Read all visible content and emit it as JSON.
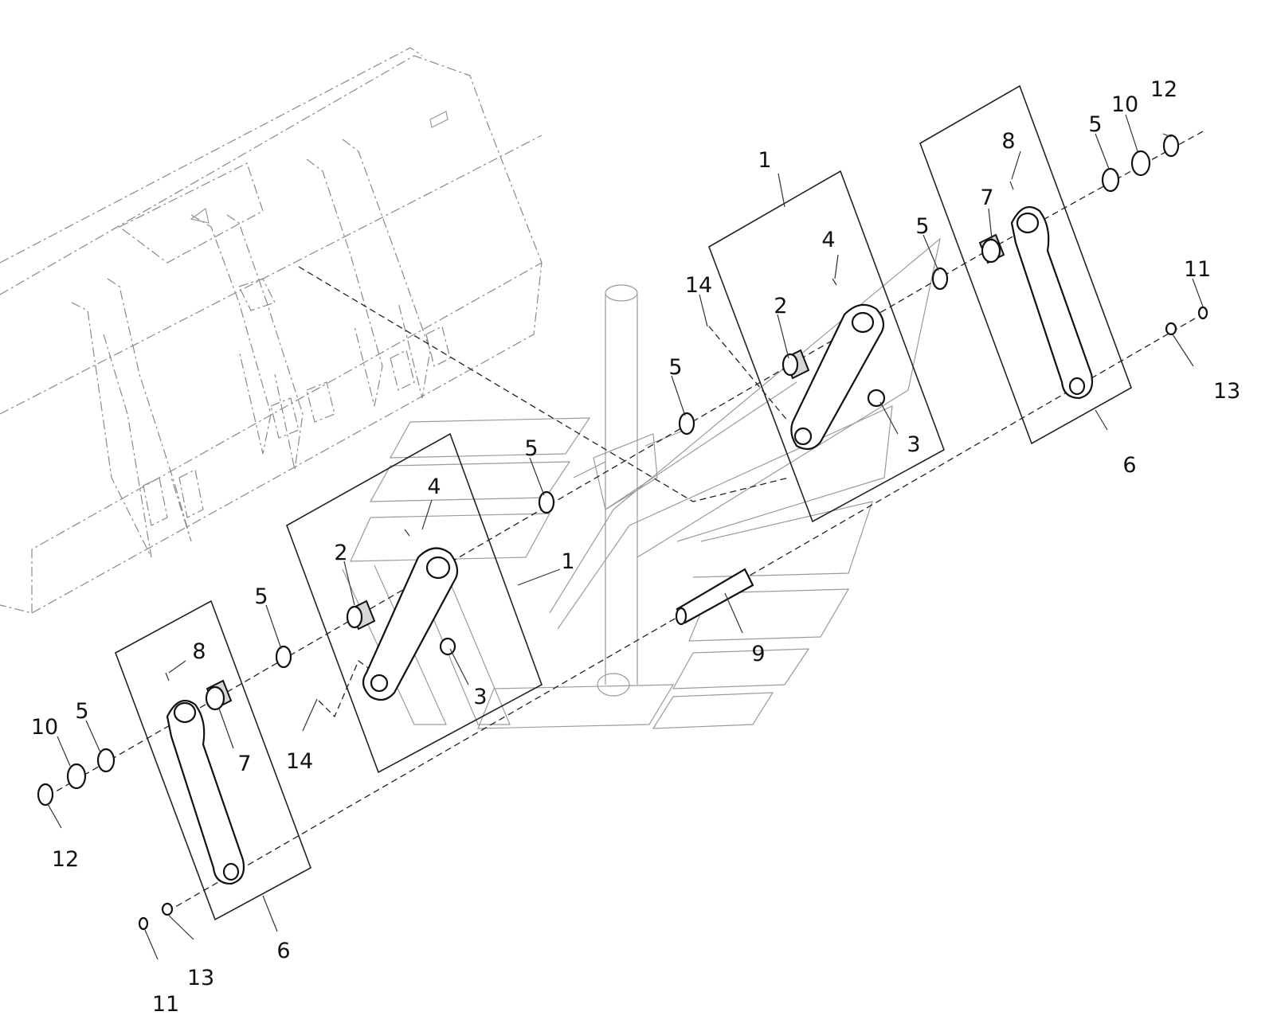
{
  "diagram": {
    "callouts": [
      {
        "id": "c1a",
        "label": "1"
      },
      {
        "id": "c1b",
        "label": "1"
      },
      {
        "id": "c2a",
        "label": "2"
      },
      {
        "id": "c2b",
        "label": "2"
      },
      {
        "id": "c3a",
        "label": "3"
      },
      {
        "id": "c3b",
        "label": "3"
      },
      {
        "id": "c4a",
        "label": "4"
      },
      {
        "id": "c4b",
        "label": "4"
      },
      {
        "id": "c5a",
        "label": "5"
      },
      {
        "id": "c5b",
        "label": "5"
      },
      {
        "id": "c5c",
        "label": "5"
      },
      {
        "id": "c5d",
        "label": "5"
      },
      {
        "id": "c5e",
        "label": "5"
      },
      {
        "id": "c5f",
        "label": "5"
      },
      {
        "id": "c6a",
        "label": "6"
      },
      {
        "id": "c6b",
        "label": "6"
      },
      {
        "id": "c7a",
        "label": "7"
      },
      {
        "id": "c7b",
        "label": "7"
      },
      {
        "id": "c8a",
        "label": "8"
      },
      {
        "id": "c8b",
        "label": "8"
      },
      {
        "id": "c9",
        "label": "9"
      },
      {
        "id": "c10a",
        "label": "10"
      },
      {
        "id": "c10b",
        "label": "10"
      },
      {
        "id": "c11a",
        "label": "11"
      },
      {
        "id": "c11b",
        "label": "11"
      },
      {
        "id": "c12a",
        "label": "12"
      },
      {
        "id": "c12b",
        "label": "12"
      },
      {
        "id": "c13a",
        "label": "13"
      },
      {
        "id": "c13b",
        "label": "13"
      },
      {
        "id": "c14a",
        "label": "14"
      },
      {
        "id": "c14b",
        "label": "14"
      }
    ]
  }
}
